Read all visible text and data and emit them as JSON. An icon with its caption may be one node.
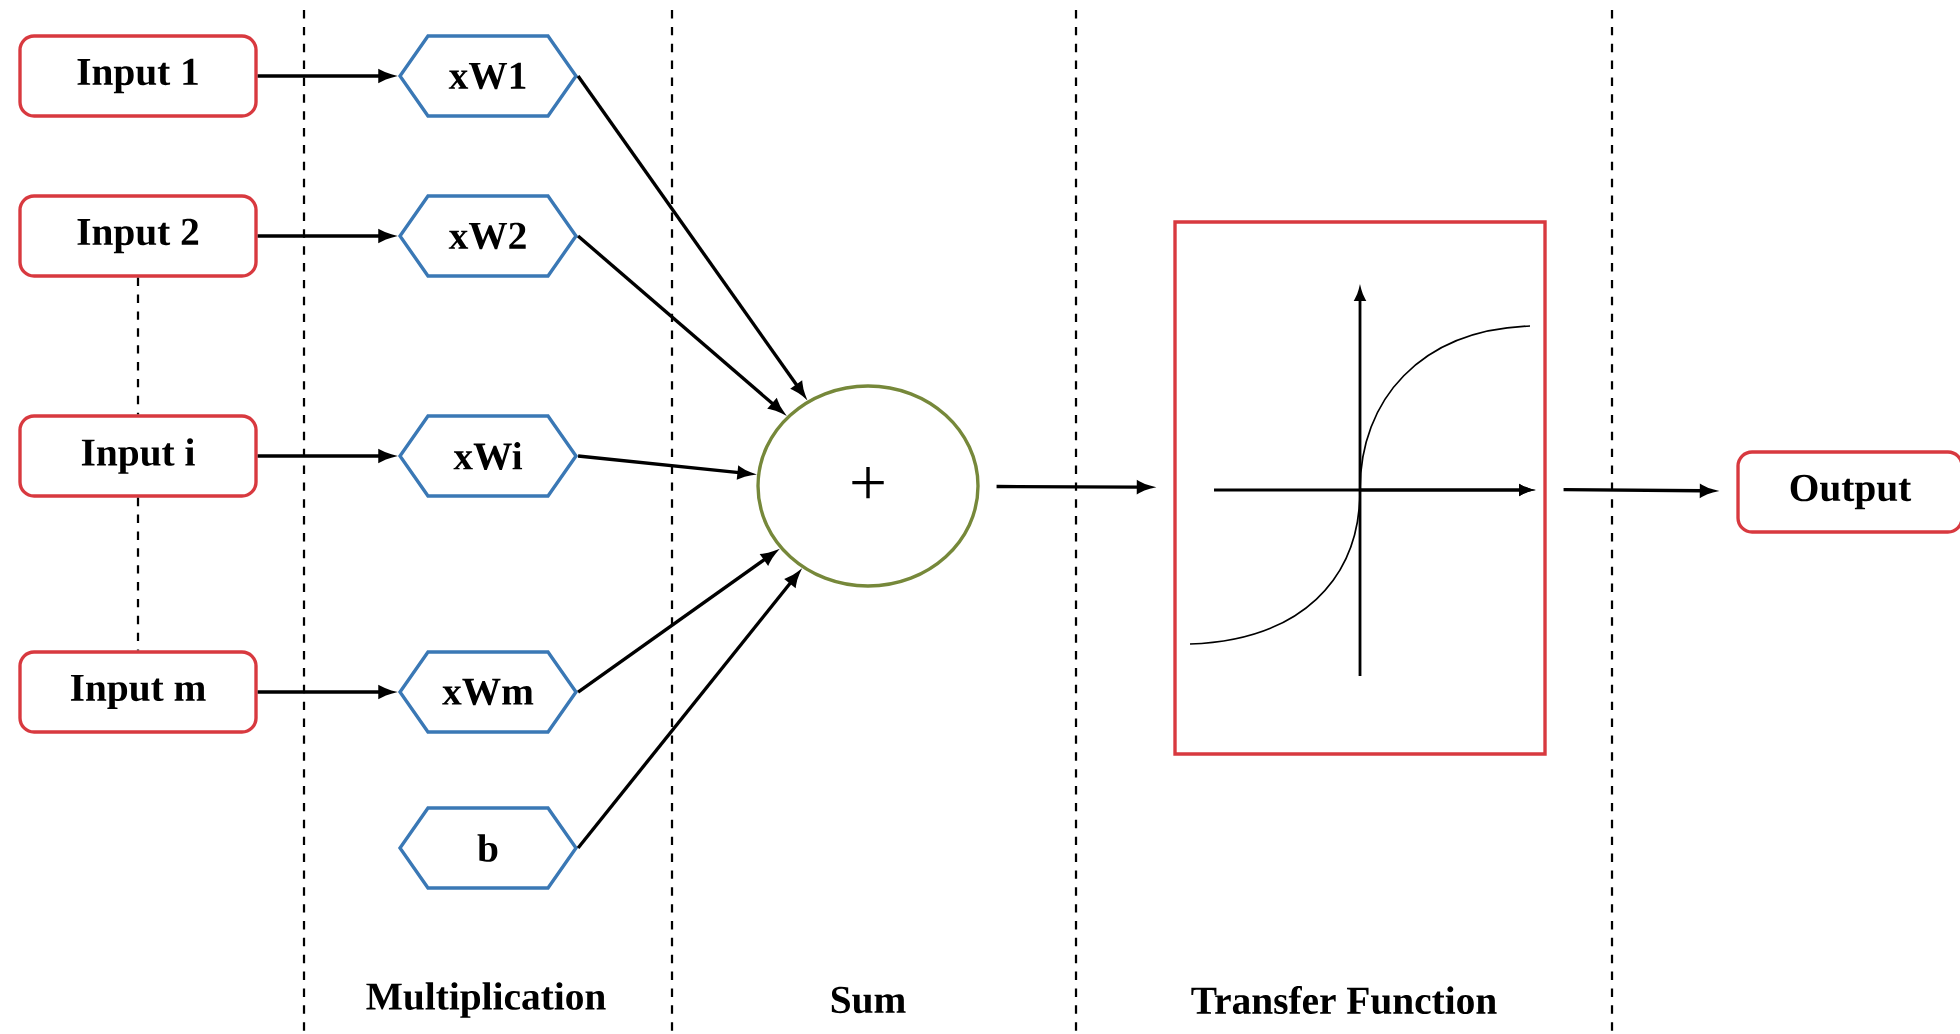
{
  "diagram": {
    "nodes": [
      {
        "text": [
          "Input 1"
        ]
      },
      {
        "text": [
          "Input 2"
        ]
      },
      {
        "text": [
          "Input i"
        ]
      },
      {
        "text": [
          "Input m"
        ]
      },
      {
        "text": [
          "xW1"
        ]
      },
      {
        "text": [
          "xW2"
        ]
      },
      {
        "text": [
          "xWi"
        ]
      },
      {
        "text": [
          "xWm"
        ]
      },
      {
        "text": [
          "b"
        ]
      },
      {
        "text": [
          "+"
        ]
      },
      {
        "text": [],
        "shape": "box"
      },
      {
        "text": [
          "Output"
        ]
      }
    ],
    "edges": [
      {
        "from": 0,
        "to": 4,
        "arrow": "to"
      },
      {
        "from": 1,
        "to": 5,
        "arrow": "to"
      },
      {
        "from": 2,
        "to": 6,
        "arrow": "to"
      },
      {
        "from": 3,
        "to": 7,
        "arrow": "to"
      },
      {
        "from": 1,
        "to": 2,
        "arrow": "none",
        "style": "dashed"
      },
      {
        "from": 2,
        "to": 3,
        "arrow": "none",
        "style": "dashed"
      },
      {
        "from": 4,
        "to": 9,
        "arrow": "to"
      },
      {
        "from": 5,
        "to": 9,
        "arrow": "to"
      },
      {
        "from": 6,
        "to": 9,
        "arrow": "to"
      },
      {
        "from": 7,
        "to": 9,
        "arrow": "to"
      },
      {
        "from": 8,
        "to": 9,
        "arrow": "to"
      },
      {
        "from": 9,
        "to": 10,
        "arrow": "to"
      },
      {
        "from": 10,
        "to": 11,
        "arrow": "to"
      }
    ],
    "labels": [
      "Multiplication",
      "Sum",
      "Transfer Function"
    ]
  }
}
